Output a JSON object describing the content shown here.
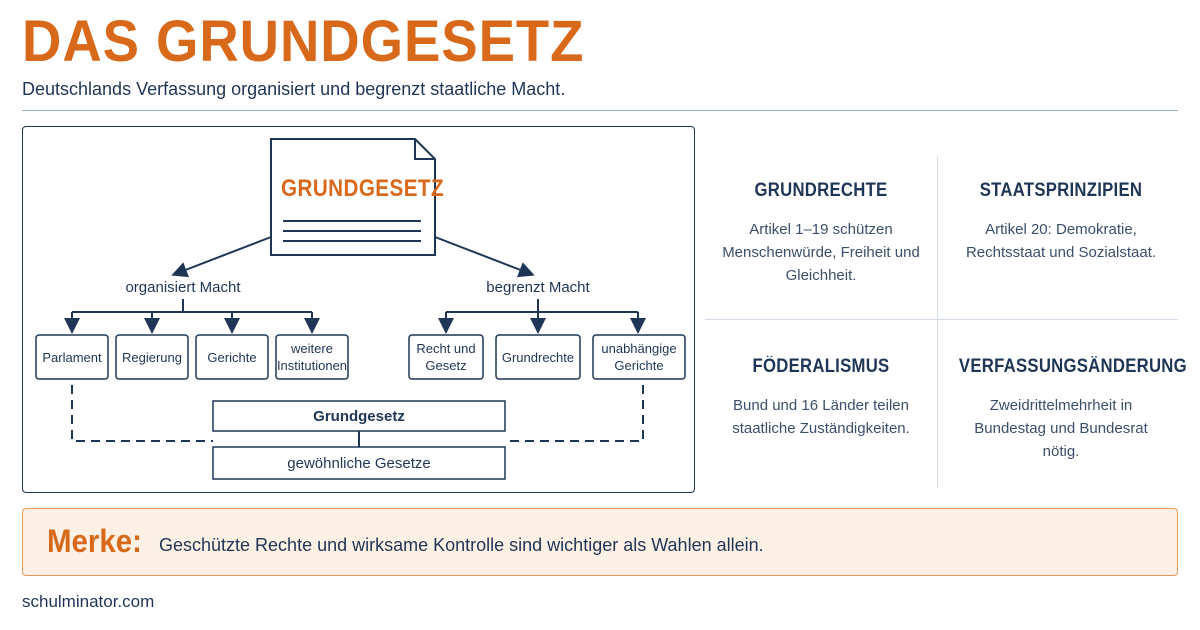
{
  "header": {
    "title": "DAS GRUNDGESETZ",
    "subtitle": "Deutschlands Verfassung organisiert und begrenzt staatliche Macht."
  },
  "diagram": {
    "document_title": "GRUNDGESETZ",
    "left_branch": {
      "label": "organisiert Macht",
      "boxes": [
        "Parlament",
        "Regierung",
        "Gerichte",
        "weitere Institutionen"
      ]
    },
    "right_branch": {
      "label": "begrenzt Macht",
      "boxes": [
        "Recht und Gesetz",
        "Grundrechte",
        "unabhängige Gerichte"
      ]
    },
    "hierarchy": {
      "top": "Grundgesetz",
      "bottom": "gewöhnliche Gesetze"
    }
  },
  "info": [
    {
      "heading": "GRUNDRECHTE",
      "text": "Artikel 1–19 schützen Menschenwürde, Freiheit und Gleichheit."
    },
    {
      "heading": "STAATSPRINZIPIEN",
      "text": "Artikel 20: Demokratie, Rechtsstaat und Sozialstaat."
    },
    {
      "heading": "FÖDERALISMUS",
      "text": "Bund und 16 Länder teilen staatliche Zuständigkeiten."
    },
    {
      "heading": "VERFASSUNGSÄNDERUNG",
      "text": "Zweidrittelmehrheit in Bundestag und Bundesrat nötig."
    }
  ],
  "merke": {
    "label": "Merke:",
    "text": "Geschützte Rechte und wirksame Kontrolle sind wichtiger als Wahlen allein."
  },
  "footer": {
    "site": "schulminator.com"
  },
  "colors": {
    "accent": "#d8691b",
    "navy": "#1f3556",
    "merke_background": "#fdf1e6"
  }
}
